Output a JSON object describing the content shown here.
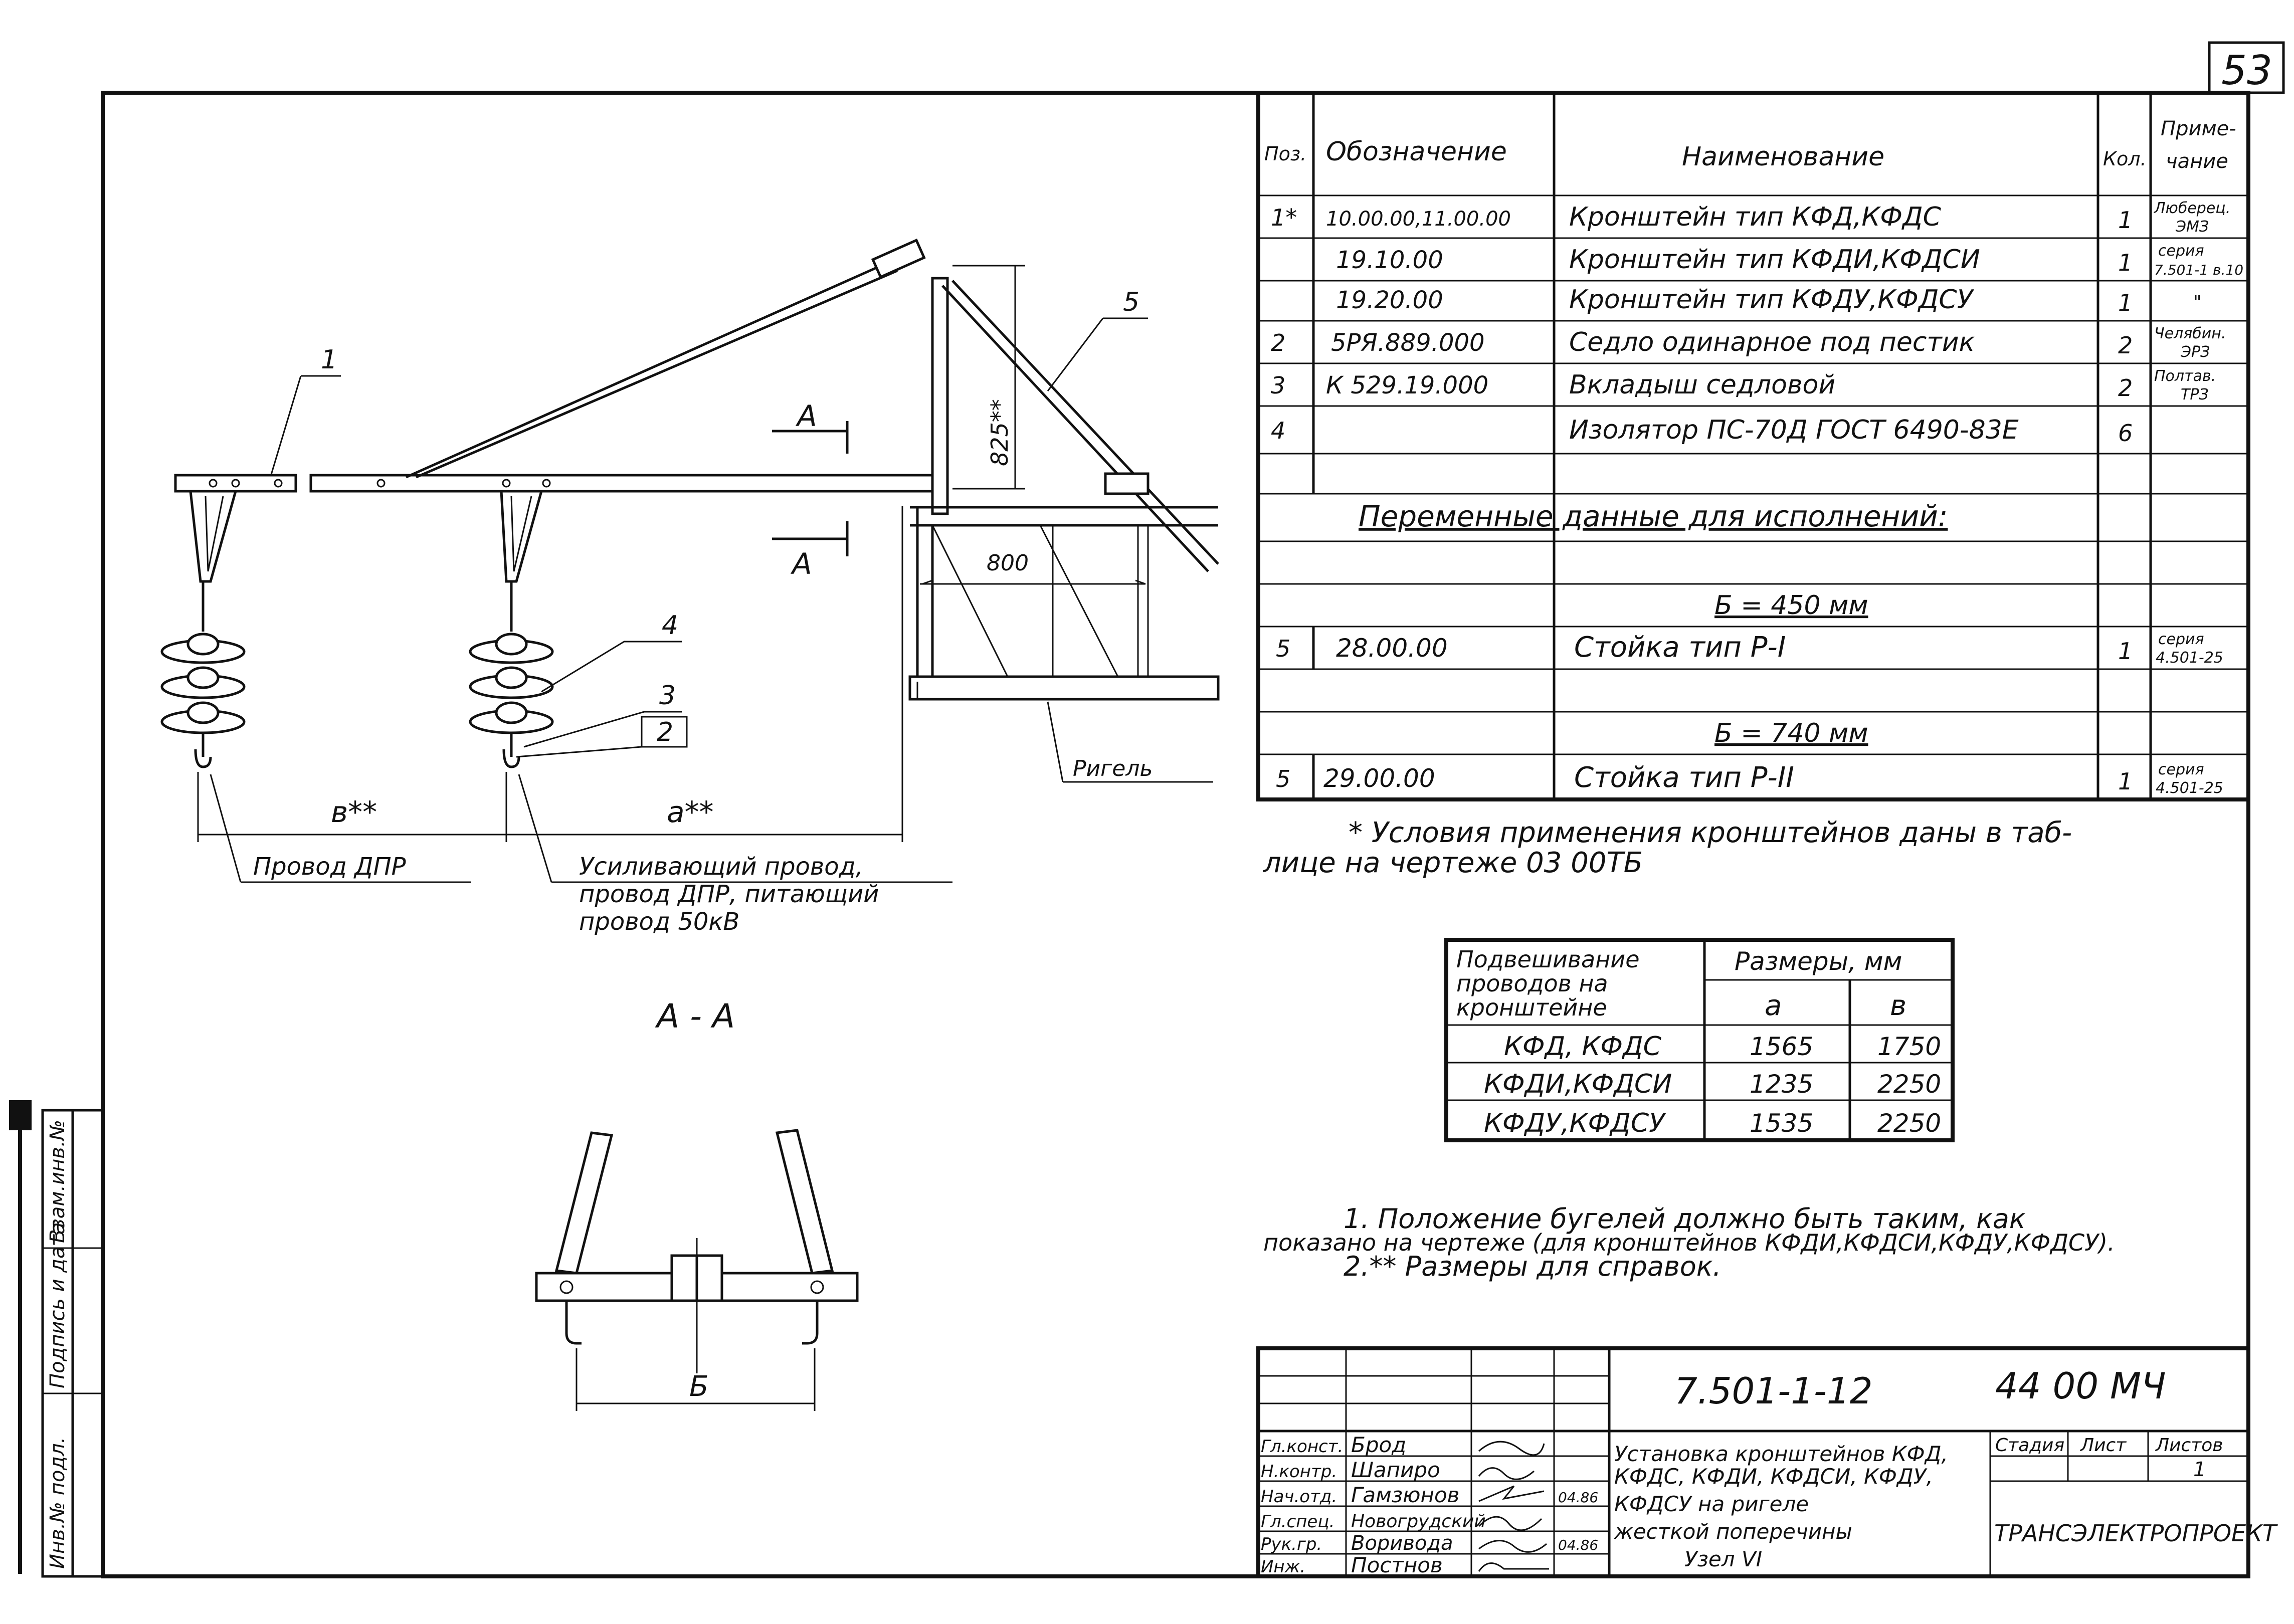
{
  "sheet_number": "53",
  "parts_table": {
    "headers": {
      "pos": "Поз.",
      "designation": "Обозначение",
      "name": "Наименование",
      "qty": "Кол.",
      "note_line1": "Приме-",
      "note_line2": "чание"
    },
    "rows": [
      {
        "pos": "1*",
        "designation": "10.00.00,11.00.00",
        "name": "Кронштейн тип КФД,КФДС",
        "qty": "1",
        "note1": "Люберец.",
        "note2": "ЭМЗ"
      },
      {
        "pos": "",
        "designation": "19.10.00",
        "name": "Кронштейн тип КФДИ,КФДСИ",
        "qty": "1",
        "note1": "серия",
        "note2": "7.501-1 в.10"
      },
      {
        "pos": "",
        "designation": "19.20.00",
        "name": "Кронштейн тип КФДУ,КФДСУ",
        "qty": "1",
        "note1": "\"",
        "note2": ""
      },
      {
        "pos": "2",
        "designation": "5РЯ.889.000",
        "name": "Седло одинарное под пестик",
        "qty": "2",
        "note1": "Челябин.",
        "note2": "ЭРЗ"
      },
      {
        "pos": "3",
        "designation": "К 529.19.000",
        "name": "Вкладыш седловой",
        "qty": "2",
        "note1": "Полтав.",
        "note2": "ТРЗ"
      },
      {
        "pos": "4",
        "designation": "",
        "name": "Изолятор ПС-70Д ГОСТ 6490-83Е",
        "qty": "6",
        "note1": "",
        "note2": ""
      }
    ],
    "variable_heading": "Переменные данные для исполнений:",
    "variant1_label": "Б = 450 мм",
    "variant1_row": {
      "pos": "5",
      "designation": "28.00.00",
      "name": "Стойка тип Р-I",
      "qty": "1",
      "note1": "серия",
      "note2": "4.501-25"
    },
    "variant2_label": "Б = 740 мм",
    "variant2_row": {
      "pos": "5",
      "designation": "29.00.00",
      "name": "Стойка тип Р-II",
      "qty": "1",
      "note1": "серия",
      "note2": "4.501-25"
    }
  },
  "footnote_line1": "* Условия применения кронштейнов даны в таб-",
  "footnote_line2": "лице на чертеже 03 00ТБ",
  "size_table": {
    "head_line1": "Подвешивание",
    "head_line2": "проводов на",
    "head_line3": "кронштейне",
    "sizes_header": "Размеры, мм",
    "col_a": "а",
    "col_b": "в",
    "rows": [
      {
        "name": "КФД, КФДС",
        "a": "1565",
        "b": "1750"
      },
      {
        "name": "КФДИ,КФДСИ",
        "a": "1235",
        "b": "2250"
      },
      {
        "name": "КФДУ,КФДСУ",
        "a": "1535",
        "b": "2250"
      }
    ]
  },
  "notes": {
    "line1": "1. Положение бугелей должно быть таким, как",
    "line2": "показано на чертеже (для кронштейнов КФДИ,КФДСИ,КФДУ,КФДСУ).",
    "line3": "2.** Размеры для справок."
  },
  "drawing": {
    "callouts": [
      "1",
      "2",
      "3",
      "4",
      "5"
    ],
    "section_mark": "А",
    "dim_vertical": "825**",
    "dim_horizontal": "800",
    "label_rigel": "Ригель",
    "dim_b": "в**",
    "dim_a": "а**",
    "label_wire_dpr": "Провод ДПР",
    "label_wires_line1": "Усиливающий провод,",
    "label_wires_line2": "провод ДПР, питающий",
    "label_wires_line3": "провод 50кВ",
    "section_title": "А - А",
    "dim_B": "Б"
  },
  "side_stamp": {
    "inv_orig": "Инв.№ подл.",
    "sign_date": "Подпись и дата",
    "replace_inv": "Взам.инв.№"
  },
  "title_block": {
    "doc_code": "7.501-1-12",
    "doc_number": "44 00 МЧ",
    "roles": [
      {
        "role": "Гл.конст.",
        "name": "Брод",
        "date": ""
      },
      {
        "role": "Н.контр.",
        "name": "Шапиро",
        "date": ""
      },
      {
        "role": "Нач.отд.",
        "name": "Гамзюнов",
        "date": "04.86"
      },
      {
        "role": "Гл.спец.",
        "name": "Новогрудский",
        "date": ""
      },
      {
        "role": "Рук.гр.",
        "name": "Воривода",
        "date": "04.86"
      },
      {
        "role": "Инж.",
        "name": "Постнов",
        "date": ""
      }
    ],
    "title_line1": "Установка кронштейнов КФД,",
    "title_line2": "КФДС, КФДИ, КФДСИ, КФДУ,",
    "title_line3": "КФДСУ на ригеле",
    "title_line4": "жесткой поперечины",
    "title_line5": "Узел VI",
    "stage_label": "Стадия",
    "sheet_label": "Лист",
    "sheets_label": "Листов",
    "sheets_value": "1",
    "organization": "ТРАНСЭЛЕКТРОПРОЕКТ"
  }
}
